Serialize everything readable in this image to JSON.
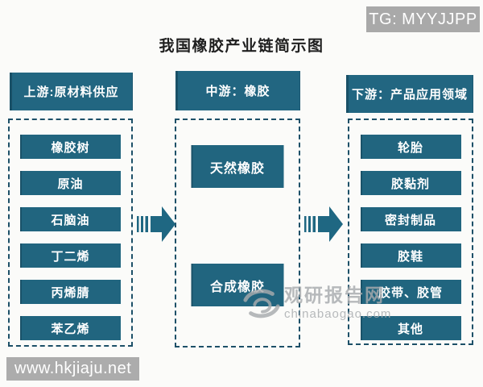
{
  "badge_top": {
    "text": "TG: MYYJJPP"
  },
  "title": "我国橡胶产业链简示图",
  "columns": [
    {
      "header": "上游:原材料供应",
      "items": [
        "橡胶树",
        "原油",
        "石脑油",
        "丁二烯",
        "丙烯腈",
        "苯乙烯"
      ]
    },
    {
      "header": "中游：橡胶",
      "items": [
        "天然橡胶",
        "合成橡胶"
      ]
    },
    {
      "header": "下游：产品应用领域",
      "items": [
        "轮胎",
        "胶黏剂",
        "密封制品",
        "胶鞋",
        "胶带、胶管",
        "其他"
      ]
    }
  ],
  "watermarks": {
    "center": {
      "site_name": "观研报告网",
      "site_url": "chinabaogao.com"
    },
    "bottom_left": "www.hkjiaju.net"
  },
  "colors": {
    "box_teal": "#21657f",
    "header_teal": "#226681",
    "dash_border": "#1d5068",
    "badge_gray": "#a9a9a9",
    "watermark_gray": "#a8abae"
  }
}
